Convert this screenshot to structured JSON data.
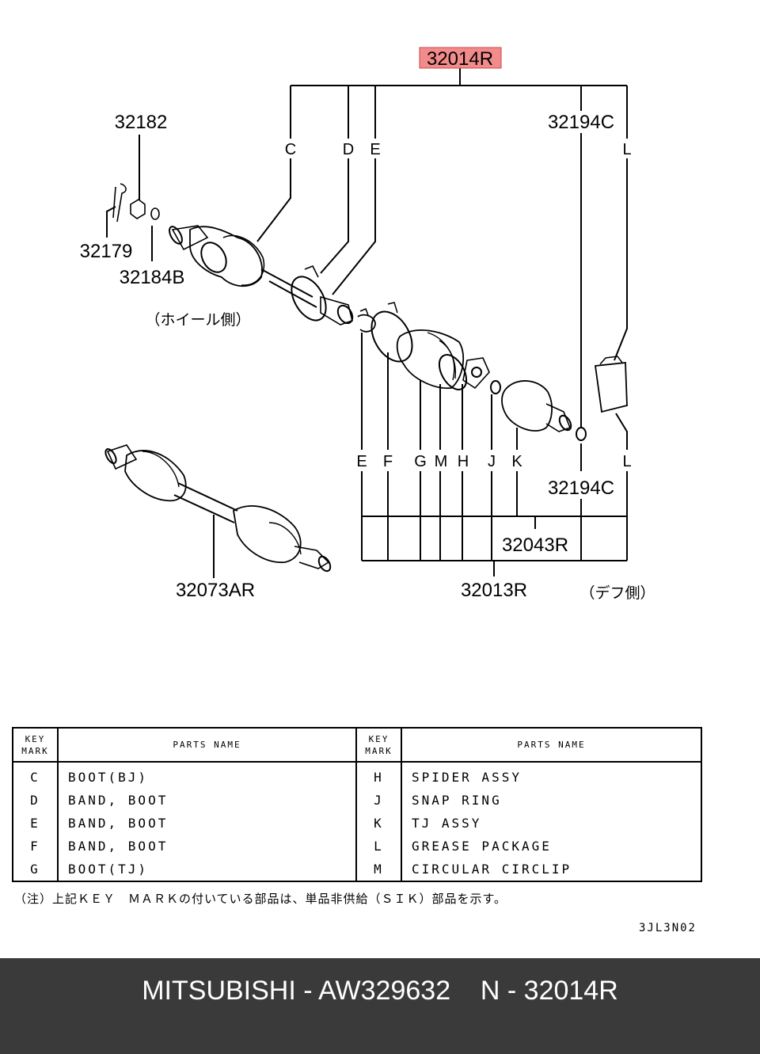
{
  "diagram": {
    "part_numbers": {
      "assembly": "32014R",
      "cotter_pin_part": "32182",
      "pin": "32179",
      "washer": "32184B",
      "grease_top": "32194C",
      "grease_bottom": "32194C",
      "tj_set": "32043R",
      "boot_kit": "32013R",
      "assembly_alt": "32073AR"
    },
    "side_labels": {
      "wheel_side": "（ホイール側）",
      "diff_side": "（デフ側）"
    },
    "letters_top": [
      "C",
      "D",
      "E",
      "L"
    ],
    "letters_bottom": [
      "E",
      "F",
      "G",
      "M",
      "H",
      "J",
      "K",
      "L"
    ],
    "highlight_color": "#f28b8b"
  },
  "table": {
    "header_key_line1": "KEY",
    "header_key_line2": "MARK",
    "header_parts_name": "PARTS NAME",
    "left_rows": [
      {
        "mark": "C",
        "name": "BOOT(BJ)"
      },
      {
        "mark": "D",
        "name": "BAND, BOOT"
      },
      {
        "mark": "E",
        "name": "BAND, BOOT"
      },
      {
        "mark": "F",
        "name": "BAND, BOOT"
      },
      {
        "mark": "G",
        "name": "BOOT(TJ)"
      }
    ],
    "right_rows": [
      {
        "mark": "H",
        "name": "SPIDER ASSY"
      },
      {
        "mark": "J",
        "name": "SNAP RING"
      },
      {
        "mark": "K",
        "name": "TJ ASSY"
      },
      {
        "mark": "L",
        "name": "GREASE PACKAGE"
      },
      {
        "mark": "M",
        "name": "CIRCULAR CIRCLIP"
      }
    ]
  },
  "note": "（注）上記ＫＥＹ　ＭＡＲＫの付いている部品は、単品非供給（ＳＩＫ）部品を示す。",
  "diagram_code": "3JL3N02",
  "footer": {
    "text": "MITSUBISHI - AW329632    N - 32014R"
  }
}
